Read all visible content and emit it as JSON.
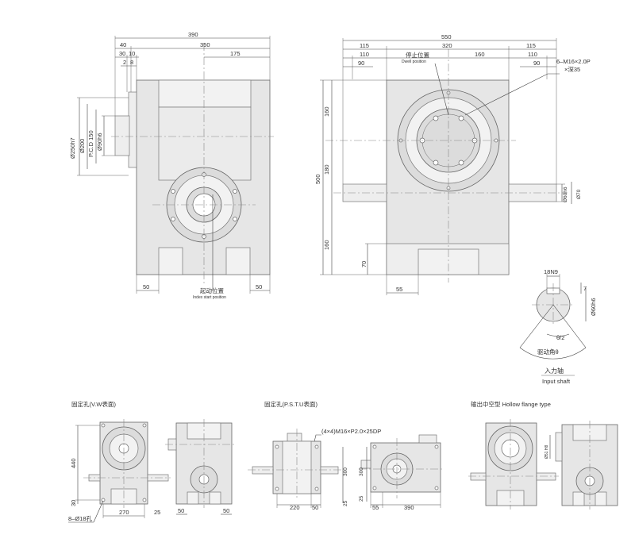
{
  "front_view": {
    "dims_top": [
      "390",
      "40",
      "350",
      "30",
      "10",
      "175",
      "2",
      "8"
    ],
    "dims_left": [
      "Ø250h7",
      "Ø200",
      "P.C.D 150",
      "Ø90h6"
    ],
    "dims_bottom": [
      "50",
      "50"
    ],
    "index_label_cn": "起动位置",
    "index_label_en": "Index start position"
  },
  "side_view": {
    "dims_top": [
      "550",
      "115",
      "320",
      "115",
      "110",
      "160",
      "110",
      "90",
      "90"
    ],
    "dwell_label_cn": "停止位置",
    "dwell_label_en": "Dwell position",
    "thread_callout_line1": "6–M16×2.0P",
    "thread_callout_line2": "×深35",
    "dims_left": [
      "500",
      "160",
      "180",
      "160",
      "70"
    ],
    "dims_right": [
      "Ø60h6",
      "Ø70"
    ],
    "dim_bottom": "55"
  },
  "input_shaft": {
    "key_width": "18N9",
    "key_depth": "7",
    "diameter": "Ø60h6",
    "half_angle": "θ/2",
    "drive_angle": "驱动角θ",
    "title_cn": "入力轴",
    "title_en": "Input shaft"
  },
  "bottom_left": {
    "title": "固定孔(V.W表面)",
    "dims": [
      "440",
      "30",
      "270",
      "25",
      "50",
      "50"
    ],
    "hole_label": "8–Ø18孔"
  },
  "bottom_middle": {
    "title": "固定孔(P.S.T.U表面)",
    "thread_label": "(4×4)M16×P2.0×25DP",
    "dims": [
      "220",
      "50",
      "300",
      "25",
      "300",
      "25",
      "55",
      "390"
    ]
  },
  "bottom_right": {
    "title": "输出中空型  Hollow flange type",
    "small_dim": "Ø51 H8"
  }
}
